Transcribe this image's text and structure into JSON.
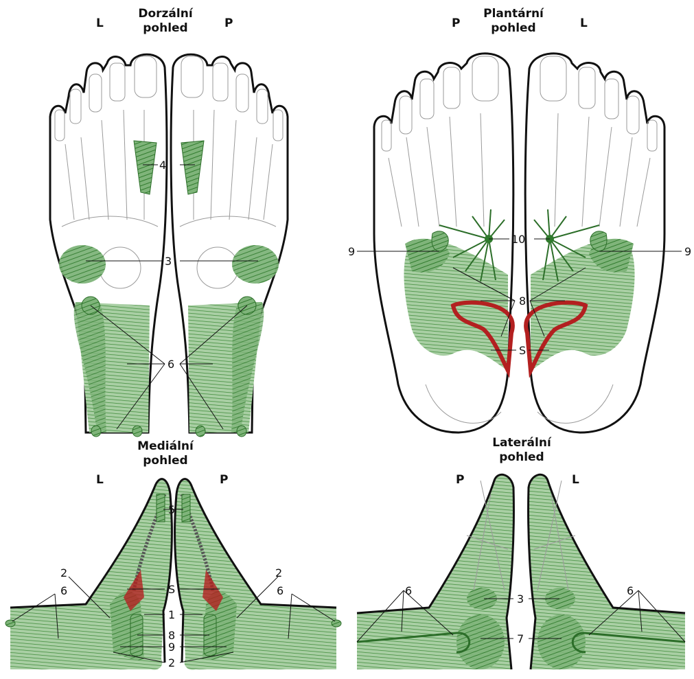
{
  "panels": {
    "dorsal": {
      "title_line1": "Dorzální",
      "title_line2": "pohled",
      "left": "L",
      "right": "P"
    },
    "plantar": {
      "title_line1": "Plantární",
      "title_line2": "pohled",
      "left": "P",
      "right": "L"
    },
    "medial": {
      "title_line1": "Mediální",
      "title_line2": "pohled",
      "left": "L",
      "right": "P"
    },
    "lateral": {
      "title_line1": "Laterální",
      "title_line2": "pohled",
      "left": "P",
      "right": "L"
    }
  },
  "labels": {
    "n1": "1",
    "n2": "2",
    "n3": "3",
    "n4": "4",
    "n5": "5",
    "n6": "6",
    "n7": "7",
    "n8": "8",
    "n9": "9",
    "n10": "10",
    "s": "S"
  },
  "colors": {
    "outline": "#111111",
    "bone": "#9a9a9a",
    "green": "#3f8f3a",
    "red": "#b32020"
  }
}
